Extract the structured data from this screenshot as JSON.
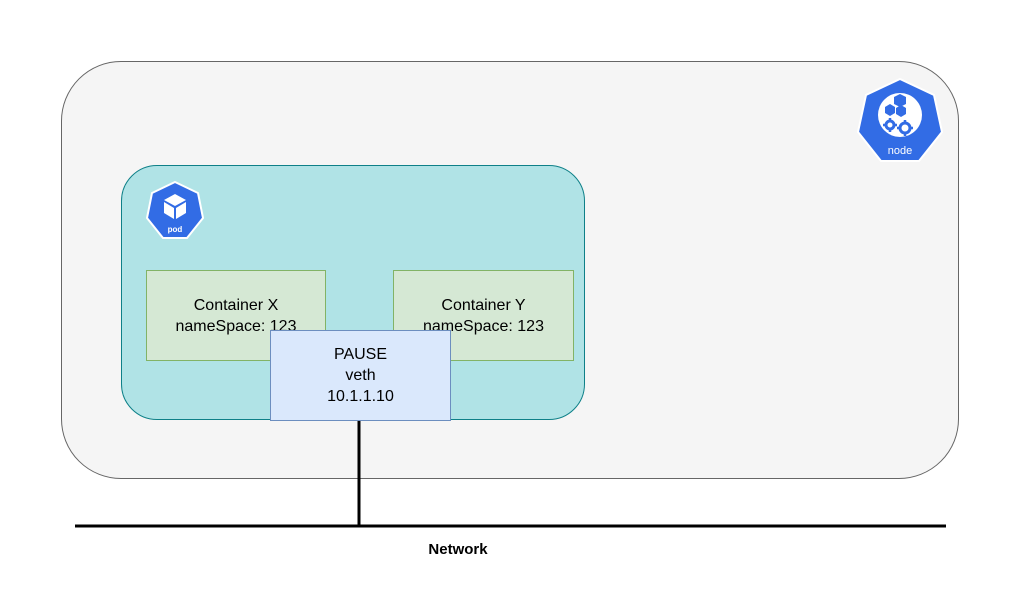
{
  "diagram": {
    "container_x": {
      "line1": "Container X",
      "line2": "nameSpace: 123"
    },
    "container_y": {
      "line1": "Container Y",
      "line2": "nameSpace: 123"
    },
    "pause": {
      "line1": "PAUSE",
      "line2": "veth",
      "line3": "10.1.1.10"
    },
    "network_label": "Network",
    "pod_icon_label": "pod",
    "node_icon_label": "node",
    "colors": {
      "node_fill": "#f5f5f5",
      "pod_fill": "#b0e3e6",
      "container_fill": "#d5e8d4",
      "pause_fill": "#dae8fc",
      "k8s_blue": "#326ce5"
    }
  }
}
